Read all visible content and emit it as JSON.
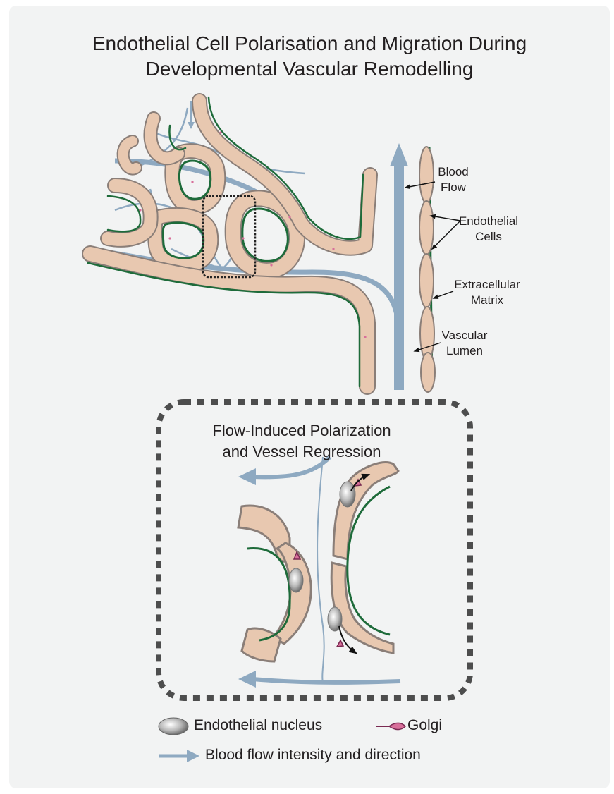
{
  "title": {
    "line1": "Endothelial Cell Polarisation and Migration During",
    "line2": "Developmental Vascular Remodelling"
  },
  "labels": {
    "blood_flow": [
      "Blood",
      "Flow"
    ],
    "endothelial_cells": [
      "Endothelial",
      "Cells"
    ],
    "extracellular_matrix": [
      "Extracellular",
      "Matrix"
    ],
    "vascular_lumen": [
      "Vascular",
      "Lumen"
    ]
  },
  "inset": {
    "title_line1": "Flow-Induced Polarization",
    "title_line2": "and Vessel Regression"
  },
  "legend": {
    "nucleus": "Endothelial nucleus",
    "golgi": "Golgi",
    "flow": "Blood flow intensity and direction"
  },
  "colors": {
    "panel_bg": "#f2f3f3",
    "cell_fill": "#e8c8b0",
    "cell_stroke": "#8a7e78",
    "ecm_green": "#1e6b3a",
    "flow_blue": "#8ea9c1",
    "golgi_pink": "#d86f9a",
    "text": "#231f20"
  }
}
